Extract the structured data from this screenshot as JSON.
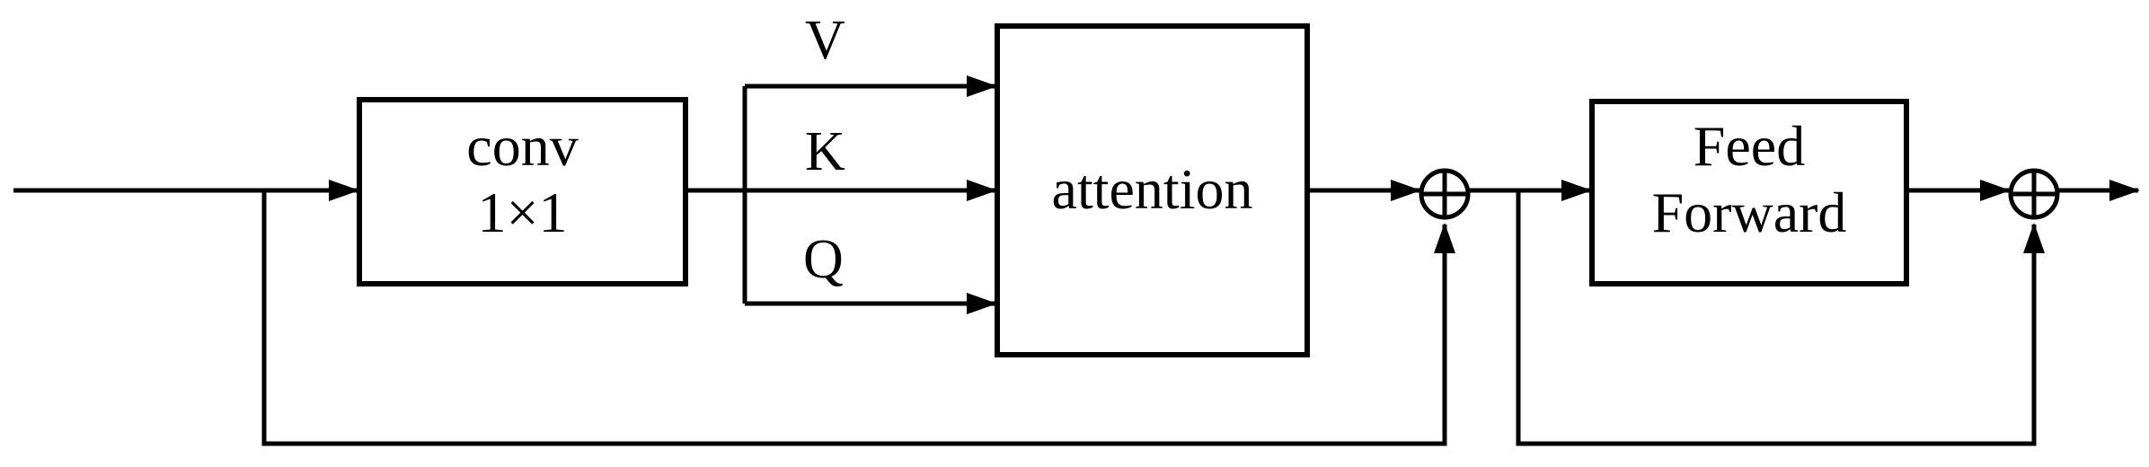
{
  "blocks": {
    "conv": {
      "line1": "conv",
      "line2": "1×1"
    },
    "attention": {
      "label": "attention"
    },
    "feed_forward": {
      "line1": "Feed",
      "line2": "Forward"
    }
  },
  "inputs": {
    "v": "V",
    "k": "K",
    "q": "Q"
  },
  "nodes": {
    "add_1": "⊕",
    "add_2": "⊕"
  },
  "colors": {
    "stroke": "#000000",
    "background": "#ffffff"
  }
}
